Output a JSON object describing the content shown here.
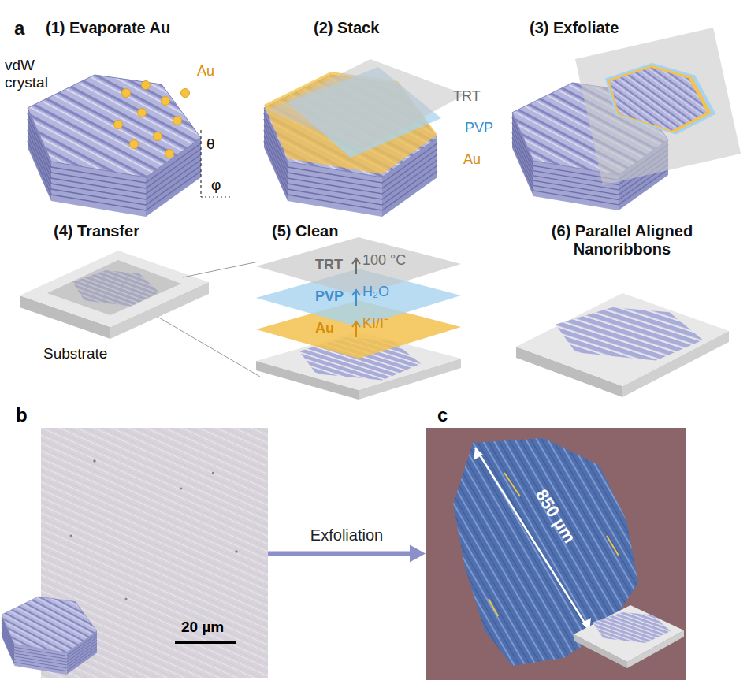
{
  "diagram": {
    "nodes": [
      {
        "text": [
          "b",
          "20 µm"
        ]
      },
      {
        "text": [
          "c",
          "850 µm"
        ]
      }
    ],
    "edges": [
      {
        "from": 0,
        "to": 1,
        "arrow": "to",
        "label": "Exfoliation"
      }
    ],
    "labels": [
      "a",
      "(1) Evaporate Au",
      "(2) Stack",
      "(3) Exfoliate",
      "vdW crystal",
      "Au",
      "θ",
      "φ",
      "TRT",
      "PVP",
      "Au",
      "(4) Transfer",
      "(5) Clean",
      "(6) Parallel Aligned Nanoribbons",
      "Substrate",
      "TRT",
      "100 °C",
      "PVP",
      "H₂O",
      "Au",
      "KI/I⁻"
    ]
  }
}
